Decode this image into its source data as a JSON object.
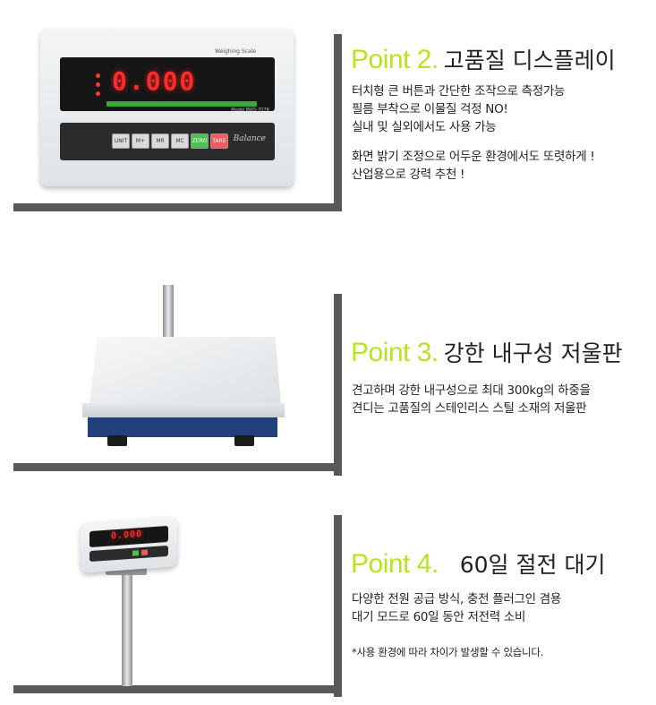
{
  "sections": [
    {
      "point_label": "Point 2.",
      "heading": "고품질 디스플레이",
      "lines_a": [
        "터치형 큰 버튼과 간단한 조작으로 측정가능",
        "필름 부착으로 이물질 걱정 NO!",
        "실내 및 실외에서도 사용 가능"
      ],
      "lines_b": [
        "화면 밝기 조정으로 어두운 환경에서도 또렷하게 !",
        "산업용으로  강력 추천 !"
      ],
      "display": {
        "value": "0.000",
        "brand": "Balance",
        "panel_label": "Weighing Scale",
        "model": "Model BWS-707R",
        "keys": [
          "UNIT",
          "M+",
          "MR",
          "MC",
          "ZERO",
          "TARE"
        ]
      }
    },
    {
      "point_label": "Point 3.",
      "heading": "강한 내구성 저울판",
      "lines_a": [
        "견고하며 강한 내구성으로 최대 300kg의 하중을",
        "견디는 고품질의 스테인리스 스틸 소재의 저울판"
      ]
    },
    {
      "point_label": "Point 4.",
      "heading": "60일 절전 대기",
      "lines_a": [
        "다양한 전원 공급 방식, 충전 플러그인 겸용",
        "대기 모드로 60일 동안 저전력 소비"
      ],
      "note": "*사용 환경에 따라 차이가 발생할 수 있습니다."
    }
  ],
  "colors": {
    "accent": "#b5e61d",
    "frame": "#58595b",
    "display_red": "#ff2a2a"
  }
}
